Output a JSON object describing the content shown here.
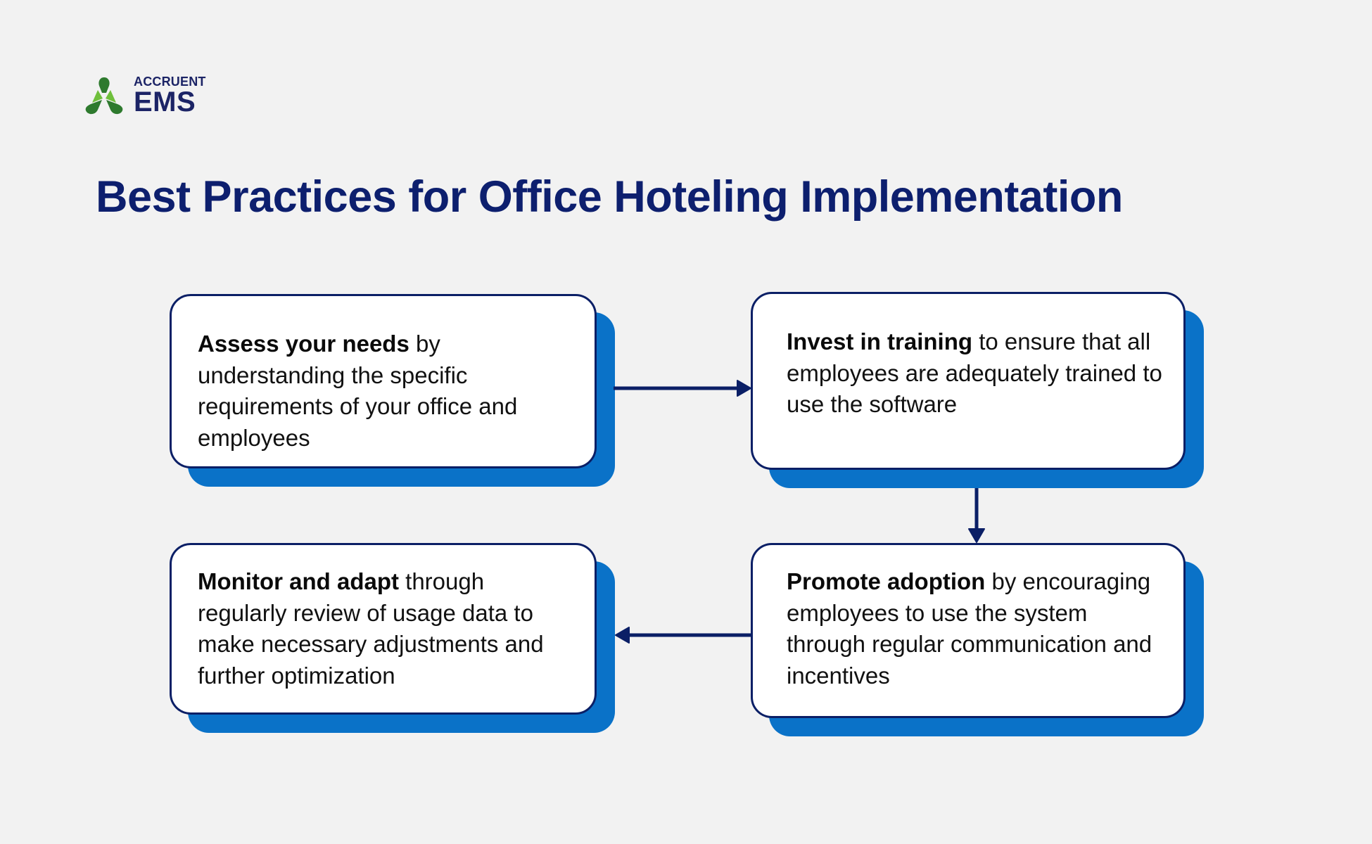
{
  "logo": {
    "top_text": "ACCRUENT",
    "bottom_text": "EMS",
    "colors": {
      "green_light": "#6fbf3b",
      "green_dark": "#2e7a2e",
      "text": "#1c2466"
    }
  },
  "title": "Best Practices for Office Hoteling Implementation",
  "colors": {
    "background": "#f2f2f2",
    "title": "#0d1f6e",
    "card_border": "#0b1f66",
    "card_shadow": "#0a72c8",
    "arrow": "#0b1f66"
  },
  "steps": [
    {
      "order": 1,
      "bold": "Assess your needs",
      "text": " by understanding the specific requirements of your office and employees"
    },
    {
      "order": 2,
      "bold": "Invest in training",
      "text": " to ensure that all employees are adequately trained to use the software"
    },
    {
      "order": 3,
      "bold": "Promote adoption",
      "text": " by encouraging employees to use the system through regular communication and incentives"
    },
    {
      "order": 4,
      "bold": "Monitor and adapt",
      "text": " through regularly review of usage data to make necessary adjustments and further optimization"
    }
  ],
  "flow": [
    {
      "from": 1,
      "to": 2,
      "direction": "right"
    },
    {
      "from": 2,
      "to": 3,
      "direction": "down"
    },
    {
      "from": 3,
      "to": 4,
      "direction": "left"
    }
  ]
}
